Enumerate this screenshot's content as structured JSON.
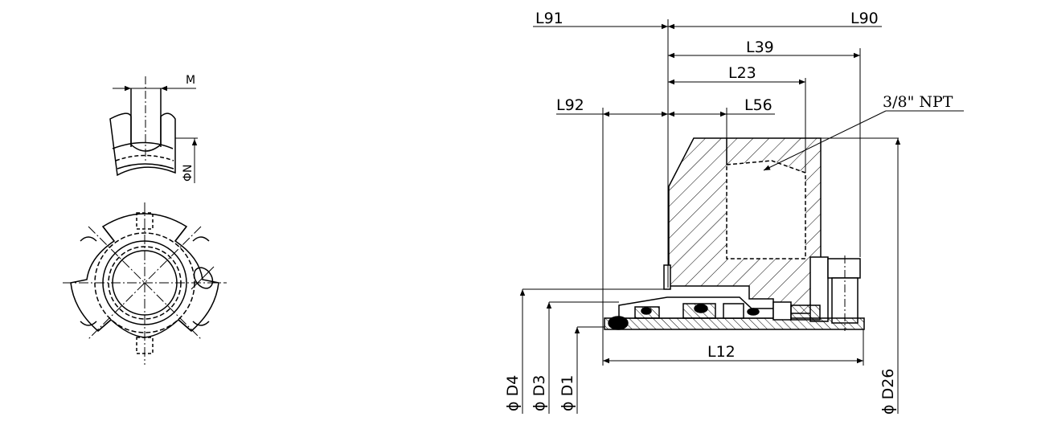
{
  "detail": {
    "label_m": "M",
    "label_n": "ΦN"
  },
  "dimensions": {
    "l91": "L91",
    "l90": "L90",
    "l39": "L39",
    "l23": "L23",
    "l92": "L92",
    "l56": "L56",
    "l12": "L12",
    "npt": "3/8\" NPT",
    "d4": "ϕ D4",
    "d3": "ϕ D3",
    "d1": "ϕ D1",
    "d26": "ϕ D26"
  }
}
